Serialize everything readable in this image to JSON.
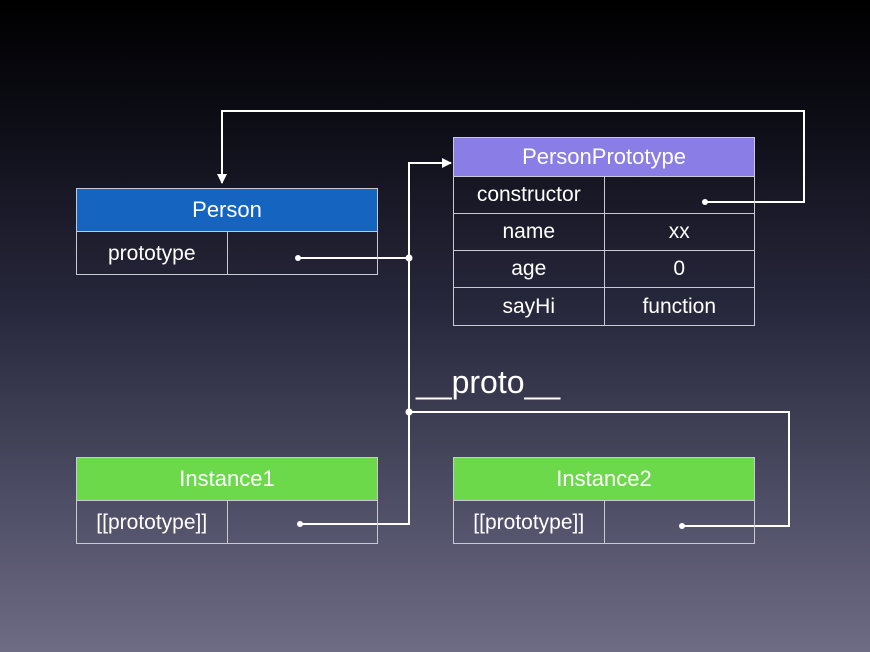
{
  "person": {
    "title": "Person",
    "rows": [
      {
        "key": "prototype",
        "value": ""
      }
    ]
  },
  "person_prototype": {
    "title": "PersonPrototype",
    "rows": [
      {
        "key": "constructor",
        "value": ""
      },
      {
        "key": "name",
        "value": "xx"
      },
      {
        "key": "age",
        "value": "0"
      },
      {
        "key": "sayHi",
        "value": "function"
      }
    ]
  },
  "instance1": {
    "title": "Instance1",
    "rows": [
      {
        "key": "[[prototype]]",
        "value": ""
      }
    ]
  },
  "instance2": {
    "title": "Instance2",
    "rows": [
      {
        "key": "[[prototype]]",
        "value": ""
      }
    ]
  },
  "proto_label": "__proto__",
  "colors": {
    "person_header": "#1565c0",
    "prototype_header": "#8a7ee6",
    "instance_header": "#6bd94a",
    "arrow": "#ffffff"
  }
}
